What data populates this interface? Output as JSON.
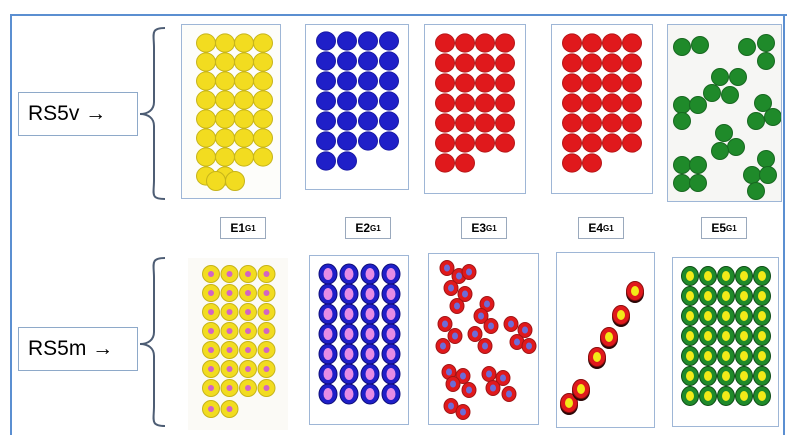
{
  "rows": [
    {
      "label": "RS5v →"
    },
    {
      "label": "RS5m →"
    }
  ],
  "experiments": [
    {
      "main": "E1",
      "sub": "G1"
    },
    {
      "main": "E2",
      "sub": "G1"
    },
    {
      "main": "E3",
      "sub": "G1"
    },
    {
      "main": "E4",
      "sub": "G1"
    },
    {
      "main": "E5",
      "sub": "G1"
    }
  ],
  "colors": {
    "frame": "#5b8fd1",
    "yellow": "#f2dc20",
    "blue": "#1f1fc8",
    "red": "#e0191c",
    "green": "#1f8a2a",
    "magenta_core": "#d264c4",
    "pink_core": "#e58ce6",
    "yellow_core": "#f2ea18"
  }
}
